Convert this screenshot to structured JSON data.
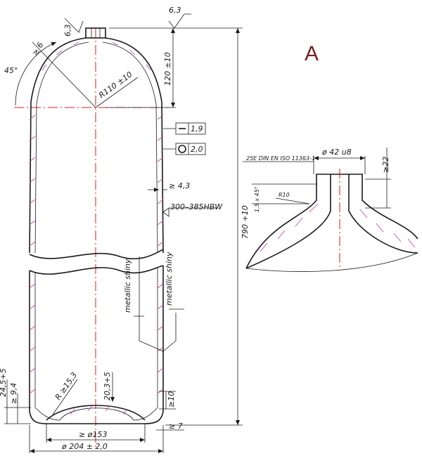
{
  "detail_label": "A",
  "dims": {
    "roughness_top": "6,3",
    "roughness_neck": "6,3",
    "chamfer_angle": "45°",
    "thickness_top": "≥ 6",
    "radius_shoulder": "R110 ±10",
    "neck_height": "120 ±10",
    "straightness": "1,9",
    "roundness": "2,0",
    "wall_thickness": "≥ 4,3",
    "hardness": "300–385HBW",
    "total_length": "790 +10",
    "finish_left": "metallic shiny",
    "finish_right": "metallic shiny",
    "radius_bottom": "R ≥15,3",
    "bottom_thick": "20,3+5",
    "side_bottom": "≥10",
    "base_height": "24,5+5",
    "base_inner": "≥ 9,4",
    "base_diameter": "≥ ø153",
    "foot_width": "≥ 7",
    "outer_diameter": "ø 204 ± 2,0"
  },
  "detail": {
    "thread_spec": "25E DIN EN ISO 11363-1",
    "neck_diameter": "ø 42 u8",
    "neck_height": "≥22",
    "chamfer": "1,5 x 45°",
    "radius": "R10"
  },
  "symbols": {
    "straightness_icon": "straightness-icon",
    "roundness_icon": "circularity-icon",
    "roughness_icon": "surface-roughness-icon"
  },
  "colors": {
    "outline": "#1a1a1a",
    "center_line": "#d42020",
    "hatch": "#c83aa8",
    "detail_label": "#7a1f1f"
  }
}
